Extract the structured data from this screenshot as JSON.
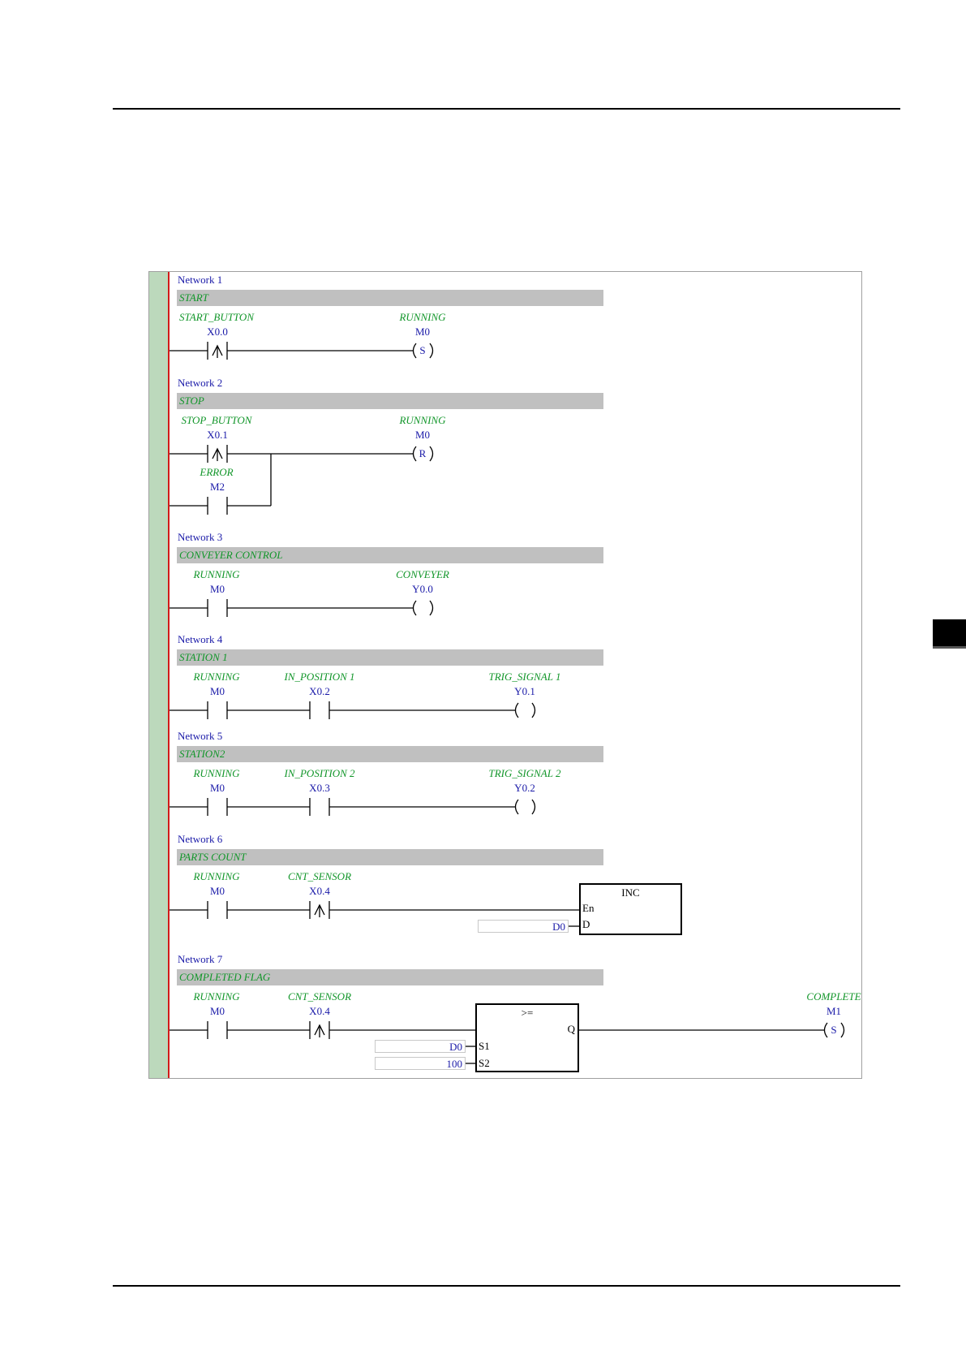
{
  "networks": [
    {
      "title": "Network 1",
      "comment": "START",
      "contacts": [
        {
          "tag": "START_BUTTON",
          "addr": "X0.0"
        }
      ],
      "coil": {
        "tag": "RUNNING",
        "addr": "M0",
        "type": "S"
      }
    },
    {
      "title": "Network 2",
      "comment": "STOP",
      "contacts": [
        {
          "tag": "STOP_BUTTON",
          "addr": "X0.1"
        },
        {
          "tag": "ERROR",
          "addr": "M2"
        }
      ],
      "coil": {
        "tag": "RUNNING",
        "addr": "M0",
        "type": "R"
      }
    },
    {
      "title": "Network 3",
      "comment": "CONVEYER CONTROL",
      "contacts": [
        {
          "tag": "RUNNING",
          "addr": "M0"
        }
      ],
      "coil": {
        "tag": "CONVEYER",
        "addr": "Y0.0",
        "type": ""
      }
    },
    {
      "title": "Network 4",
      "comment": "STATION 1",
      "contacts": [
        {
          "tag": "RUNNING",
          "addr": "M0"
        },
        {
          "tag": "IN_POSITION 1",
          "addr": "X0.2"
        }
      ],
      "coil": {
        "tag": "TRIG_SIGNAL 1",
        "addr": "Y0.1",
        "type": ""
      }
    },
    {
      "title": "Network 5",
      "comment": "STATION2",
      "contacts": [
        {
          "tag": "RUNNING",
          "addr": "M0"
        },
        {
          "tag": "IN_POSITION 2",
          "addr": "X0.3"
        }
      ],
      "coil": {
        "tag": "TRIG_SIGNAL 2",
        "addr": "Y0.2",
        "type": ""
      }
    },
    {
      "title": "Network 6",
      "comment": "PARTS COUNT",
      "contacts": [
        {
          "tag": "RUNNING",
          "addr": "M0"
        },
        {
          "tag": "CNT_SENSOR",
          "addr": "X0.4"
        }
      ],
      "block": {
        "name": "INC",
        "pin_en": "En",
        "pin_d": "D",
        "operand_d": "D0"
      }
    },
    {
      "title": "Network 7",
      "comment": "COMPLETED FLAG",
      "contacts": [
        {
          "tag": "RUNNING",
          "addr": "M0"
        },
        {
          "tag": "CNT_SENSOR",
          "addr": "X0.4"
        }
      ],
      "block": {
        "name": ">=",
        "pin_s1": "S1",
        "pin_s2": "S2",
        "pin_q": "Q",
        "operand_s1": "D0",
        "operand_s2": "100"
      },
      "coil": {
        "tag": "COMPLETE",
        "addr": "M1",
        "type": "S"
      }
    }
  ],
  "colors": {
    "network_title": "#1a1aa8",
    "tag": "#12962a",
    "comment_bg": "#c0c0c0",
    "rail": "#d21a1a",
    "gutter": "#bcd9bc"
  }
}
